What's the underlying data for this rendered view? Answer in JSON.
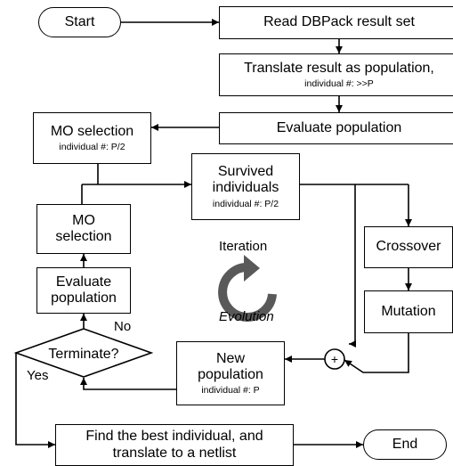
{
  "nodes": {
    "start": {
      "label": "Start"
    },
    "read": {
      "label": "Read DBPack result set"
    },
    "translate": {
      "label": "Translate result as population,",
      "sub": "individual #: >>P"
    },
    "evaluate_top": {
      "label": "Evaluate population"
    },
    "mo_selection_top": {
      "label": "MO selection",
      "sub": "individual #: P/2"
    },
    "survived": {
      "label_line1": "Survived",
      "label_line2": "individuals",
      "sub": "individual #: P/2"
    },
    "mo_selection_left": {
      "label_line1": "MO",
      "label_line2": "selection"
    },
    "evaluate_left": {
      "label_line1": "Evaluate",
      "label_line2": "population"
    },
    "terminate": {
      "label": "Terminate?"
    },
    "crossover": {
      "label": "Crossover"
    },
    "mutation": {
      "label": "Mutation"
    },
    "new_population": {
      "label_line1": "New",
      "label_line2": "population",
      "sub": "individual #: P"
    },
    "find_best": {
      "label_line1": "Find the best individual, and",
      "label_line2": "translate to  a netlist"
    },
    "end": {
      "label": "End"
    },
    "merge": {
      "symbol": "+"
    }
  },
  "edge_labels": {
    "no": "No",
    "yes": "Yes"
  },
  "center": {
    "iteration": "Iteration",
    "evolution": "Evolution",
    "icon": "refresh-cycle-icon",
    "icon_color": "#595959"
  }
}
